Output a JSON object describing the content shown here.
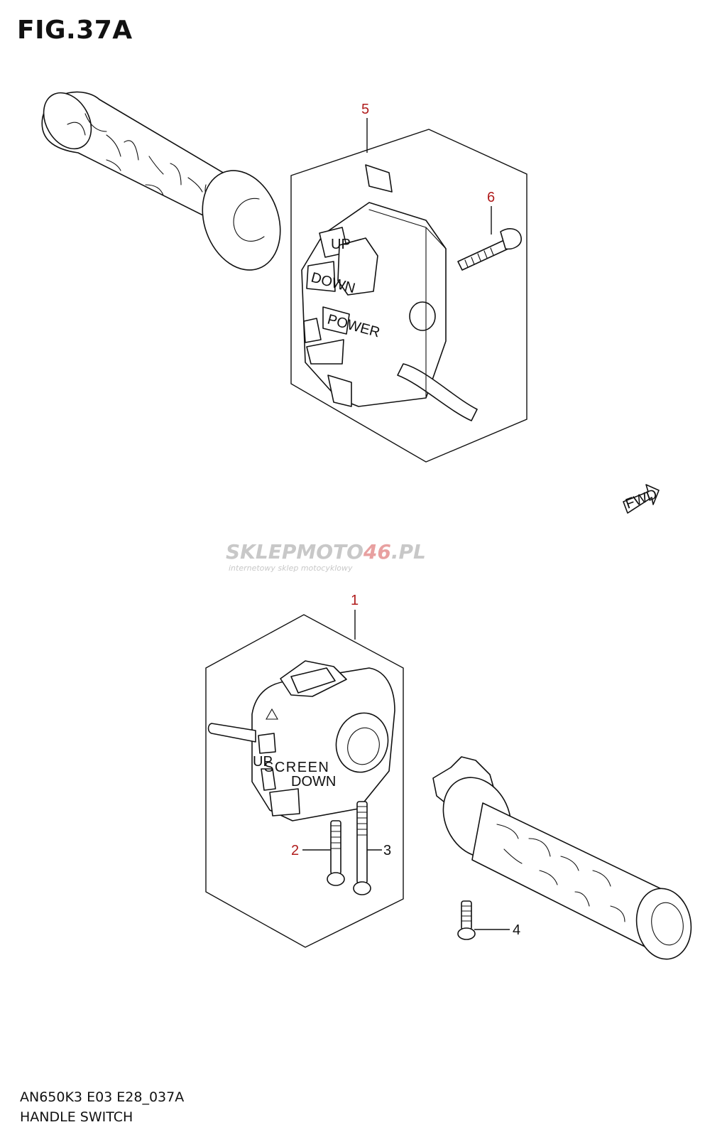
{
  "figure": {
    "title": "FIG.37A",
    "model_code": "AN650K3 E03 E28_037A",
    "name": "HANDLE SWITCH"
  },
  "callouts": [
    {
      "num": "1"
    },
    {
      "num": "2"
    },
    {
      "num": "3"
    },
    {
      "num": "4"
    },
    {
      "num": "5"
    },
    {
      "num": "6"
    }
  ],
  "switch_labels": {
    "up": "UP",
    "down": "DOWN",
    "power": "POWER",
    "lower_up": "UP",
    "lower_screen": "SCREEN",
    "lower_down": "DOWN"
  },
  "fwd_arrow": "FWD",
  "watermark": {
    "brand_a": "SKLEPMOTO",
    "brand_b": "46",
    "brand_c": ".PL",
    "tagline": "internetowy sklep motocyklowy"
  },
  "colors": {
    "callout": "#b01c1c",
    "line": "#111111",
    "watermark_grey": "#c8c8c8",
    "watermark_red": "#e8a0a0"
  }
}
